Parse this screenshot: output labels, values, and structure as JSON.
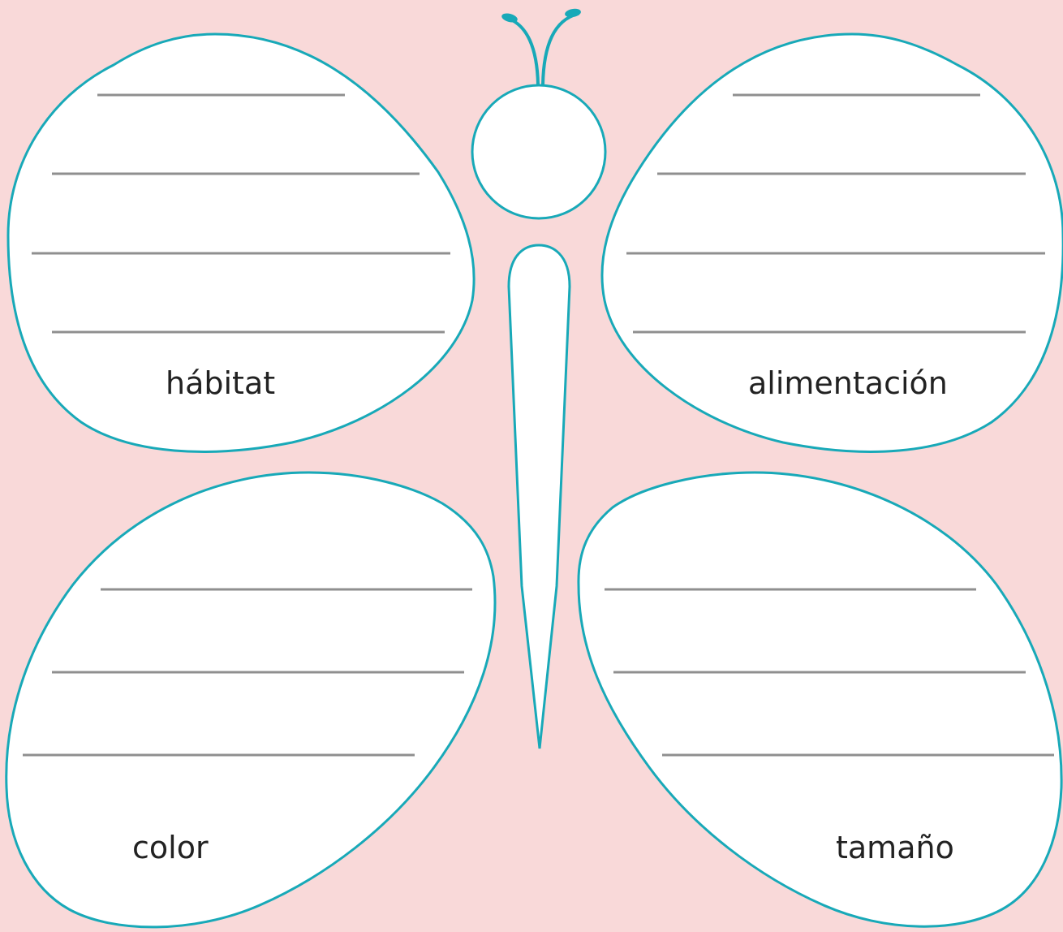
{
  "colors": {
    "background": "#f9d9d9",
    "outline": "#18a9b8",
    "wing_fill": "#ffffff",
    "writing_lines": "#8f8f8f",
    "label_text": "#222222"
  },
  "wings": {
    "top_left": {
      "label": "hábitat",
      "line_count": 4
    },
    "top_right": {
      "label": "alimentación",
      "line_count": 4
    },
    "bottom_left": {
      "label": "color",
      "line_count": 3
    },
    "bottom_right": {
      "label": "tamaño",
      "line_count": 3
    }
  }
}
